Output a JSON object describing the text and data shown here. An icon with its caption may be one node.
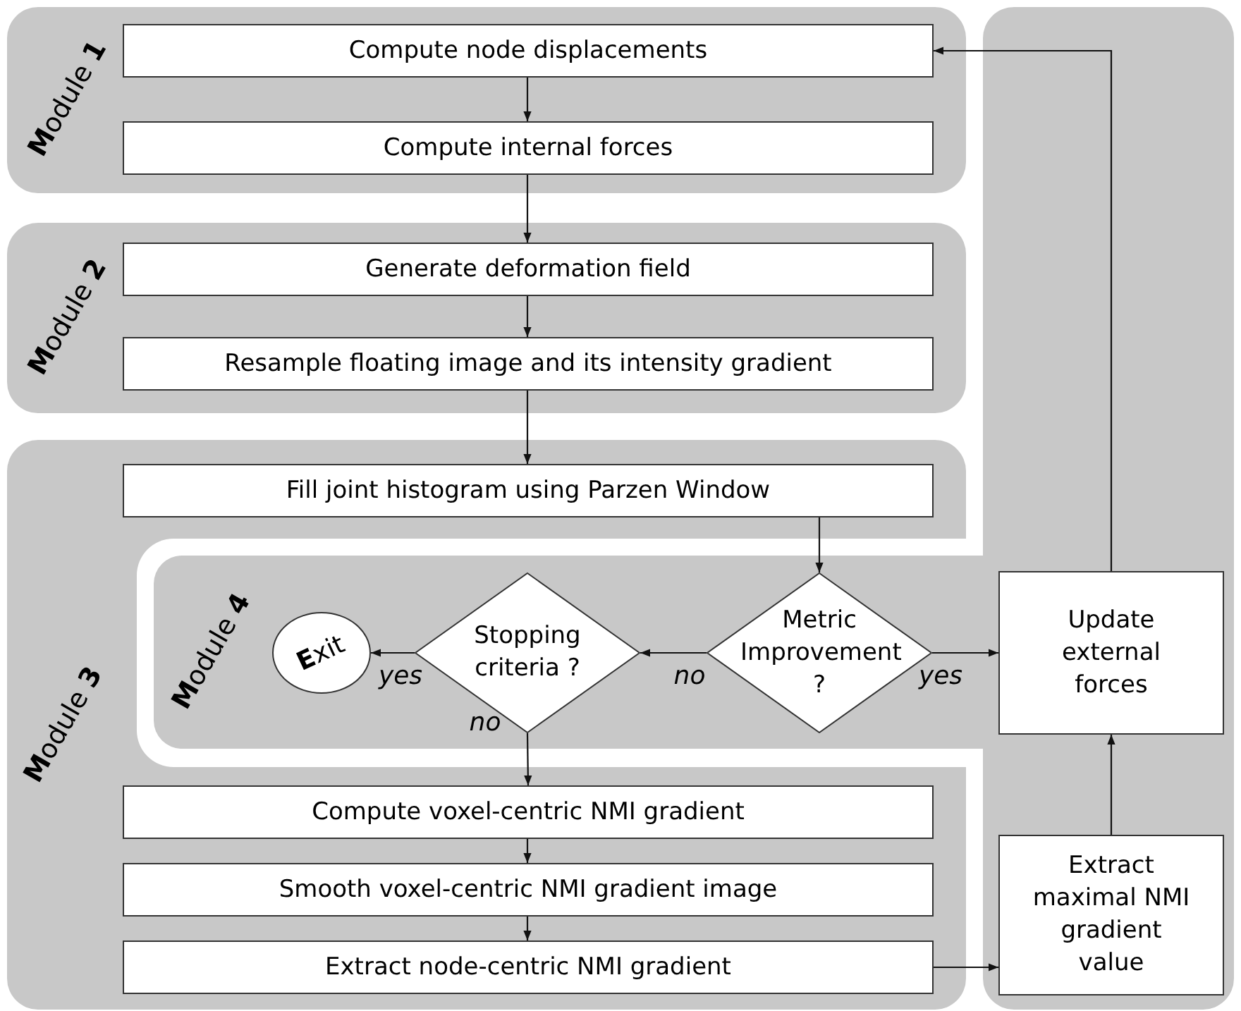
{
  "diagram": {
    "nodes": [
      {
        "text": [
          "**M**odule **1**"
        ]
      },
      {
        "text": [
          "Compute node displacements"
        ],
        "in": 0
      },
      {
        "text": [
          "Compute internal forces"
        ],
        "in": 0
      },
      {
        "text": [
          "**M**odule **2**"
        ]
      },
      {
        "text": [
          "Generate deformation field"
        ],
        "in": 3
      },
      {
        "text": [
          "Resample floating image and its intensity gradient"
        ],
        "in": 3
      },
      {
        "text": [
          "**M**odule **3**"
        ]
      },
      {
        "text": [
          "Fill joint histogram using Parzen Window"
        ],
        "in": 6
      },
      {
        "text": [
          "**M**odule **4**"
        ],
        "in": 6
      },
      {
        "text": [
          "**E**xit"
        ],
        "in": 8
      },
      {
        "text": [
          "Stopping criteria ?"
        ],
        "in": 8
      },
      {
        "text": [
          "Metric Improvement ?"
        ],
        "in": 8
      },
      {
        "text": [
          "Compute voxel-centric NMI gradient"
        ],
        "in": 6
      },
      {
        "text": [
          "Smooth voxel-centric NMI gradient image"
        ],
        "in": 6
      },
      {
        "text": [
          "Extract node-centric NMI gradient"
        ],
        "in": 6
      },
      {
        "text": [],
        "shape": "box"
      },
      {
        "text": [
          "Update external forces"
        ],
        "in": 15
      },
      {
        "text": [
          "Extract maximal NMI gradient value"
        ],
        "in": 15
      }
    ],
    "edges": [
      {
        "from": 1,
        "to": 2,
        "arrow": "to"
      },
      {
        "from": 2,
        "to": 4,
        "arrow": "to"
      },
      {
        "from": 4,
        "to": 5,
        "arrow": "to"
      },
      {
        "from": 5,
        "to": 7,
        "arrow": "to"
      },
      {
        "from": 7,
        "to": 11,
        "arrow": "to"
      },
      {
        "from": 11,
        "to": 10,
        "arrow": "to",
        "label": "no"
      },
      {
        "from": 11,
        "to": 16,
        "arrow": "to",
        "label": "yes"
      },
      {
        "from": 10,
        "to": 9,
        "arrow": "to",
        "label": "yes"
      },
      {
        "from": 10,
        "to": 12,
        "arrow": "to",
        "label": "no"
      },
      {
        "from": 12,
        "to": 13,
        "arrow": "to"
      },
      {
        "from": 13,
        "to": 14,
        "arrow": "to"
      },
      {
        "from": 14,
        "to": 17,
        "arrow": "to"
      },
      {
        "from": 17,
        "to": 16,
        "arrow": "to"
      },
      {
        "from": 16,
        "to": 1,
        "arrow": "to"
      }
    ]
  }
}
